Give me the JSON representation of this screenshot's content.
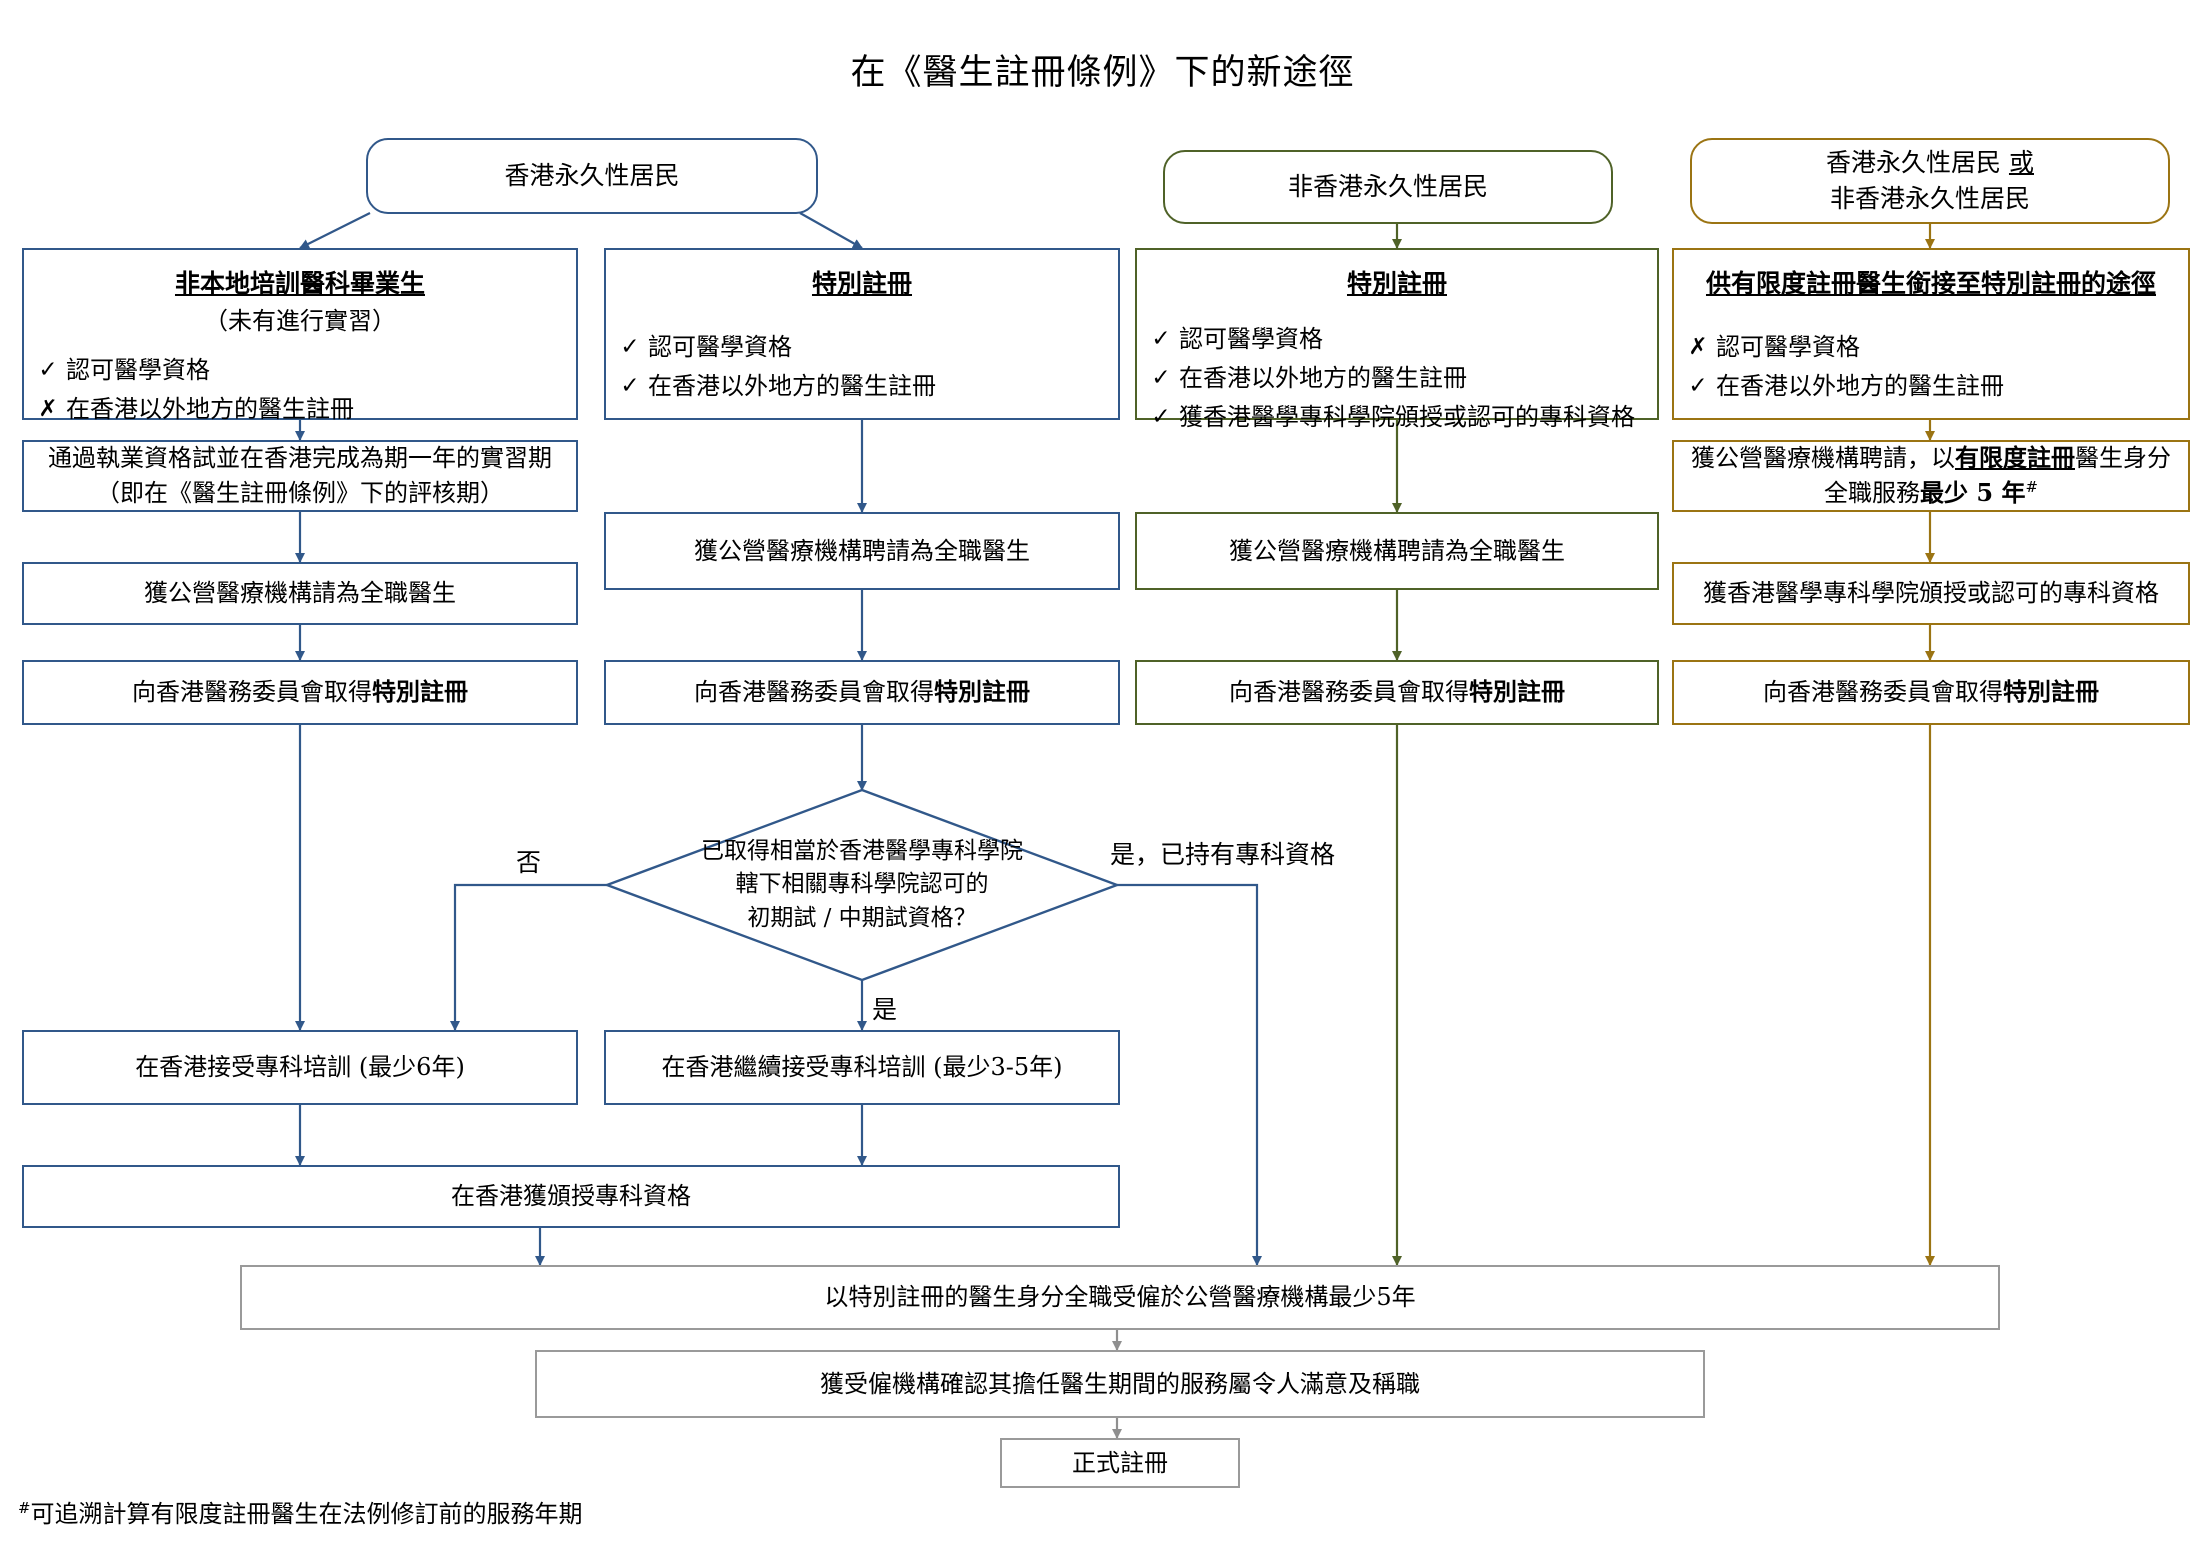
{
  "title": "在《醫生註冊條例》下的新途徑",
  "colors": {
    "blue": "#31588a",
    "green": "#4f6228",
    "brown": "#9b7413",
    "gray": "#9a9a9a",
    "text": "#000000",
    "background": "#ffffff"
  },
  "headers": {
    "hk_permanent": "香港永久性居民",
    "non_hk_permanent": "非香港永久性居民",
    "either_line1_a": "香港永久性居民",
    "either_line1_or": "或",
    "either_line2": "非香港永久性居民"
  },
  "columns": [
    {
      "id": "col1",
      "color": "blue",
      "entry": {
        "title": "非本地培訓醫科畢業生",
        "subtitle": "（未有進行實習）",
        "criteria": [
          {
            "mark": "check",
            "mark_glyph": "✓",
            "text": "認可醫學資格"
          },
          {
            "mark": "cross",
            "mark_glyph": "✗",
            "text": "在香港以外地方的醫生註冊"
          }
        ]
      },
      "steps": [
        {
          "line1": "通過執業資格試並在香港完成為期一年的實習期",
          "line2": "（即在《醫生註冊條例》下的評核期）"
        },
        {
          "line1": "獲公營醫療機構請為全職醫生"
        }
      ],
      "registration": {
        "prefix": "向香港醫務委員會取得",
        "bold": "特別註冊"
      }
    },
    {
      "id": "col2",
      "color": "blue",
      "entry": {
        "title": "特別註冊",
        "subtitle": "",
        "criteria": [
          {
            "mark": "check",
            "mark_glyph": "✓",
            "text": "認可醫學資格"
          },
          {
            "mark": "check",
            "mark_glyph": "✓",
            "text": "在香港以外地方的醫生註冊"
          }
        ]
      },
      "steps": [
        {
          "line1": "獲公營醫療機構聘請為全職醫生"
        }
      ],
      "registration": {
        "prefix": "向香港醫務委員會取得",
        "bold": "特別註冊"
      }
    },
    {
      "id": "col3",
      "color": "green",
      "entry": {
        "title": "特別註冊",
        "subtitle": "",
        "criteria": [
          {
            "mark": "check",
            "mark_glyph": "✓",
            "text": "認可醫學資格"
          },
          {
            "mark": "check",
            "mark_glyph": "✓",
            "text": "在香港以外地方的醫生註冊"
          },
          {
            "mark": "check",
            "mark_glyph": "✓",
            "text": "獲香港醫學專科學院頒授或認可的專科資格"
          }
        ]
      },
      "steps": [
        {
          "line1": "獲公營醫療機構聘請為全職醫生"
        }
      ],
      "registration": {
        "prefix": "向香港醫務委員會取得",
        "bold": "特別註冊"
      }
    },
    {
      "id": "col4",
      "color": "brown",
      "entry": {
        "title": "供有限度註冊醫生銜接至特別註冊的途徑",
        "subtitle": "",
        "criteria": [
          {
            "mark": "cross",
            "mark_glyph": "✗",
            "text": "認可醫學資格"
          },
          {
            "mark": "check",
            "mark_glyph": "✓",
            "text": "在香港以外地方的醫生註冊"
          }
        ]
      },
      "steps": [
        {
          "seg1": "獲公營醫療機構聘請，以",
          "seg2_underline_bold": "有限度註冊",
          "seg3": "醫生身分",
          "line2_prefix": "全職服務",
          "line2_bold": "最少 5 年",
          "line2_sup": "#"
        },
        {
          "line1": "獲香港醫學專科學院頒授或認可的專科資格"
        }
      ],
      "registration": {
        "prefix": "向香港醫務委員會取得",
        "bold": "特別註冊"
      }
    }
  ],
  "decision": {
    "line1": "已取得相當於香港醫學專科學院",
    "line2": "轄下相關專科學院認可的",
    "line3": "初期試 / 中期試資格？",
    "branch_no": "否",
    "branch_yes": "是",
    "branch_yes_specialist": "是，已持有專科資格"
  },
  "training": {
    "full": "在香港接受專科培訓 (最少6年)",
    "continue": "在香港繼續接受專科培訓 (最少3-5年)",
    "awarded": "在香港獲頒授專科資格"
  },
  "final": {
    "service": "以特別註冊的醫生身分全職受僱於公營醫療機構最少5年",
    "confirm": "獲受僱機構確認其擔任醫生期間的服務屬令人滿意及稱職",
    "full_registration": "正式註冊"
  },
  "footnote": {
    "marker": "#",
    "text": "可追溯計算有限度註冊醫生在法例修訂前的服務年期"
  }
}
